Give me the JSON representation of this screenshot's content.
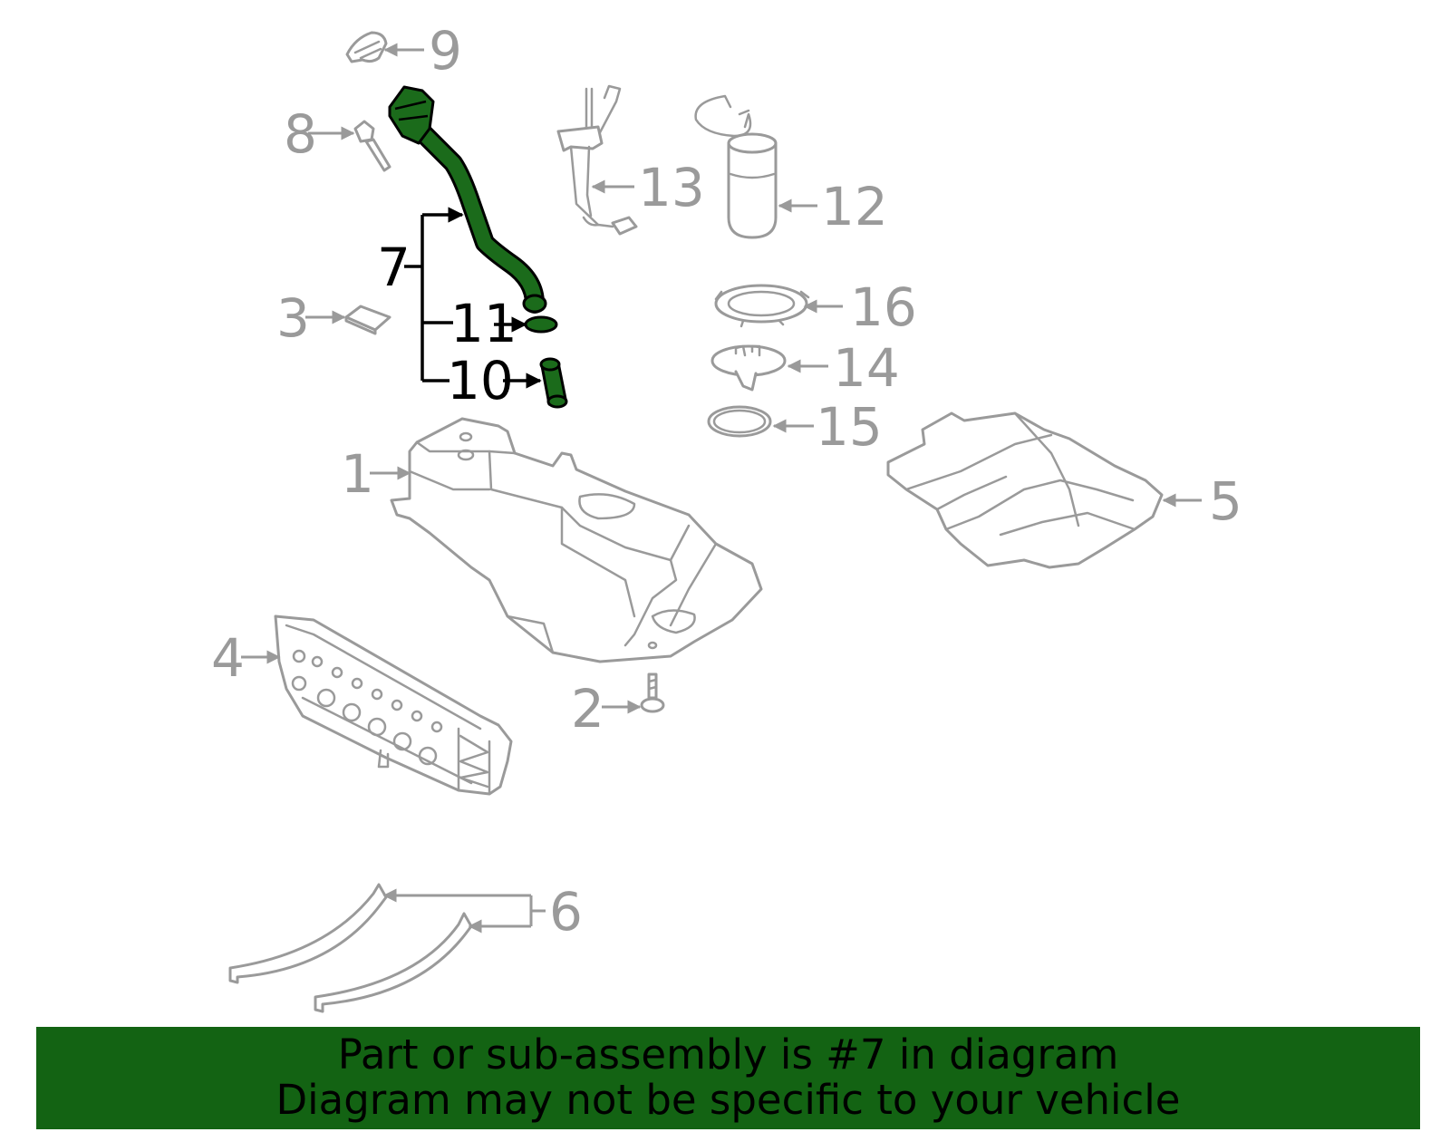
{
  "callouts": {
    "c1": "1",
    "c2": "2",
    "c3": "3",
    "c4": "4",
    "c5": "5",
    "c6": "6",
    "c7": "7",
    "c8": "8",
    "c9": "9",
    "c10": "10",
    "c11": "11",
    "c12": "12",
    "c13": "13",
    "c14": "14",
    "c15": "15",
    "c16": "16"
  },
  "highlight_part": "7",
  "colors": {
    "highlight": "#1b6b1b",
    "banner": "#136313",
    "line": "#9a9a9a"
  },
  "banner": {
    "line1": "Part or sub-assembly is #7 in diagram",
    "line2": "Diagram may not be specific to your vehicle"
  }
}
